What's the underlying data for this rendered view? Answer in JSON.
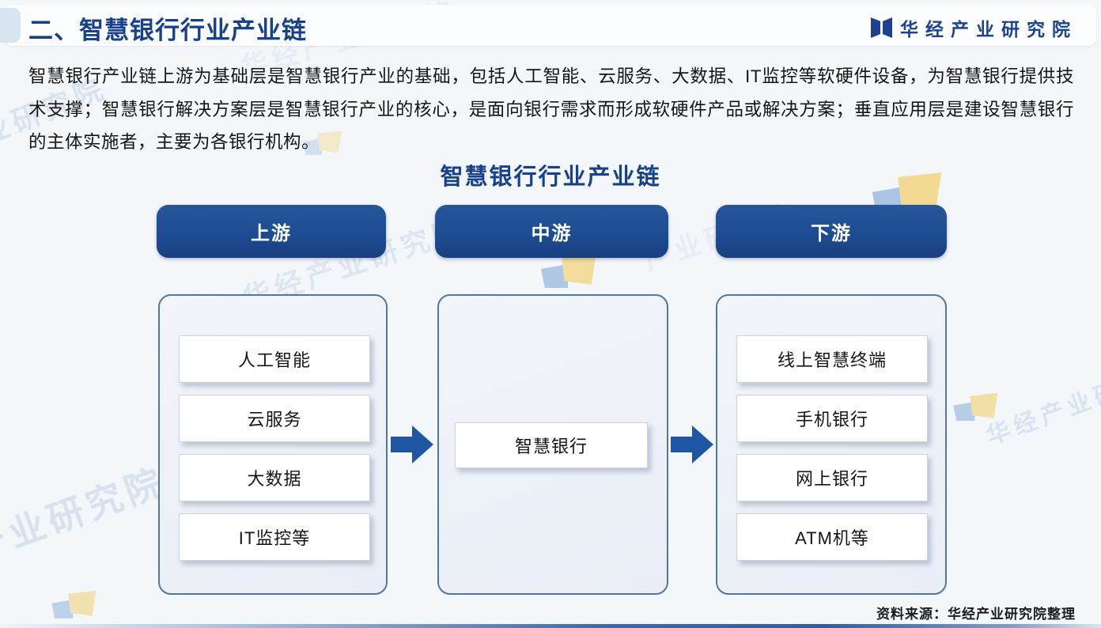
{
  "header": {
    "section_title": "二、智慧银行行业产业链",
    "brand_name": "华经产业研究院"
  },
  "intro": "智慧银行产业链上游为基础层是智慧银行产业的基础，包括人工智能、云服务、大数据、IT监控等软硬件设备，为智慧银行提供技术支撑；智慧银行解决方案层是智慧银行产业的核心，是面向银行需求而形成软硬件产品或解决方案；垂直应用层是建设智慧银行的主体实施者，主要为各银行机构。",
  "diagram": {
    "title": "智慧银行行业产业链",
    "columns": [
      {
        "stage": "上游",
        "items": [
          "人工智能",
          "云服务",
          "大数据",
          "IT监控等"
        ]
      },
      {
        "stage": "中游",
        "items": [
          "智慧银行"
        ]
      },
      {
        "stage": "下游",
        "items": [
          "线上智慧终端",
          "手机银行",
          "网上银行",
          "ATM机等"
        ]
      }
    ]
  },
  "footer": {
    "source": "资料来源：华经产业研究院整理"
  },
  "watermarks": [
    "华经产业研究院",
    "产业研究院",
    "华经产业研究院",
    "产业研究院",
    "华经产业研究院",
    "产业研究院"
  ],
  "colors": {
    "primary_blue": "#17418c",
    "stage_pill_blue": "#1e4c92",
    "arrow_blue": "#1e56a4",
    "column_border": "#52779f",
    "watermark_blue": "#9db7d6",
    "logo_yellow": "#f1c440"
  }
}
